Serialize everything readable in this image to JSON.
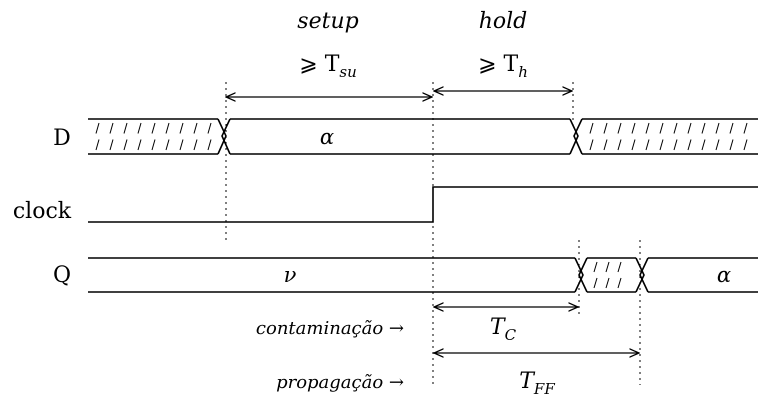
{
  "signals": {
    "d": "D",
    "clock": "clock",
    "q": "Q"
  },
  "values": {
    "d_value": "α",
    "q_old": "ν",
    "q_new": "α"
  },
  "setup": {
    "label": "setup",
    "constraint": "⩾ T",
    "sub": "su"
  },
  "hold": {
    "label": "hold",
    "constraint": "⩾ T",
    "sub": "h"
  },
  "contamination": {
    "label": "contaminação →",
    "symbol": "T",
    "sub": "C"
  },
  "propagation": {
    "label": "propagação →",
    "symbol": "T",
    "sub": "FF"
  }
}
